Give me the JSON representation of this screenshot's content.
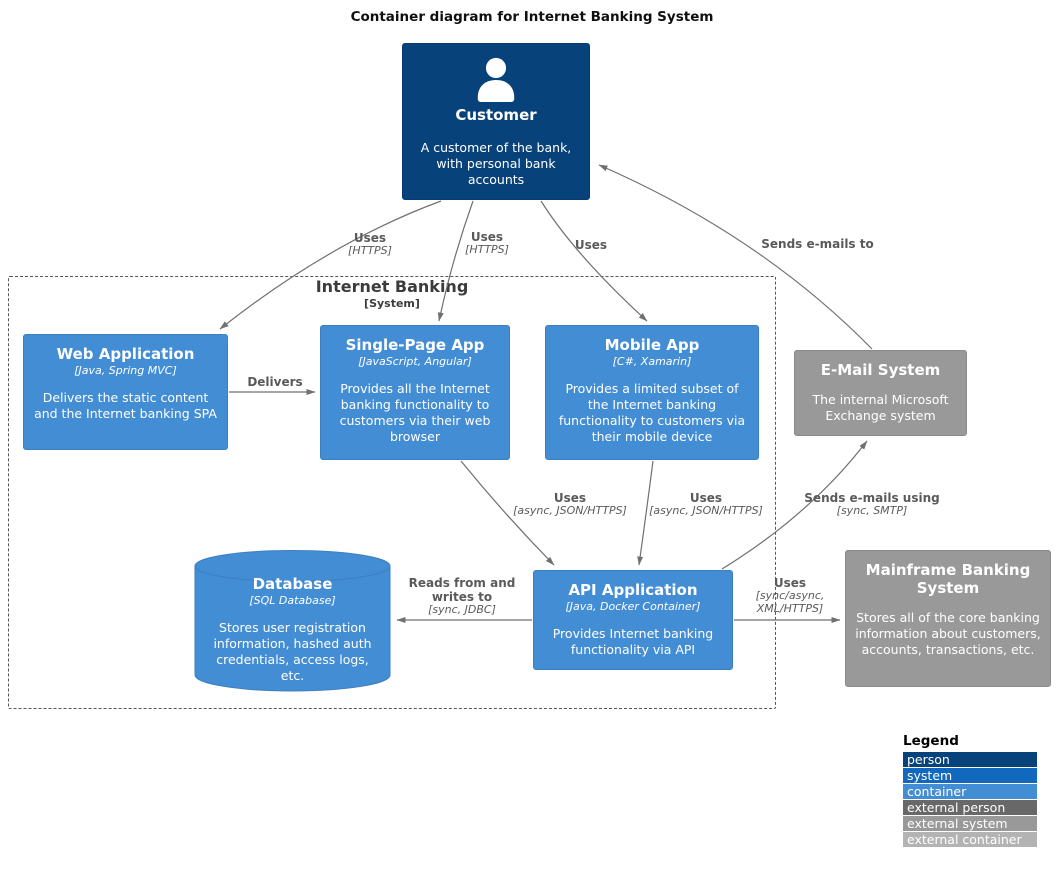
{
  "title": "Container diagram for Internet Banking System",
  "boundary": {
    "name": "Internet Banking",
    "type": "[System]"
  },
  "nodes": {
    "customer": {
      "name": "Customer",
      "description": "A customer of the bank, with personal bank accounts",
      "type": "person"
    },
    "web_app": {
      "name": "Web Application",
      "tech": "[Java, Spring MVC]",
      "description": "Delivers the static content and the Internet banking SPA",
      "type": "container"
    },
    "spa": {
      "name": "Single-Page App",
      "tech": "[JavaScript, Angular]",
      "description": "Provides all the Internet banking functionality to customers via their web browser",
      "type": "container"
    },
    "mobile_app": {
      "name": "Mobile App",
      "tech": "[C#, Xamarin]",
      "description": "Provides a limited subset of the Internet banking functionality to customers via their mobile device",
      "type": "container"
    },
    "email_system": {
      "name": "E-Mail System",
      "description": "The internal Microsoft Exchange system",
      "type": "external system"
    },
    "database": {
      "name": "Database",
      "tech": "[SQL Database]",
      "description": "Stores user registration information, hashed auth credentials, access logs, etc.",
      "type": "container"
    },
    "api_app": {
      "name": "API Application",
      "tech": "[Java, Docker Container]",
      "description": "Provides Internet banking functionality via API",
      "type": "container"
    },
    "mainframe": {
      "name": "Mainframe Banking System",
      "description": "Stores all of the core banking information about customers, accounts, transactions, etc.",
      "type": "external system"
    }
  },
  "relationships": {
    "customer_to_web_app": {
      "label": "Uses",
      "tech": "[HTTPS]"
    },
    "customer_to_spa": {
      "label": "Uses",
      "tech": "[HTTPS]"
    },
    "customer_to_mobile_app": {
      "label": "Uses"
    },
    "email_to_customer": {
      "label": "Sends e-mails to"
    },
    "web_app_to_spa": {
      "label": "Delivers"
    },
    "spa_to_api": {
      "label": "Uses",
      "tech": "[async, JSON/HTTPS]"
    },
    "mobile_to_api": {
      "label": "Uses",
      "tech": "[async, JSON/HTTPS]"
    },
    "api_to_email": {
      "label": "Sends e-mails using",
      "tech": "[sync, SMTP]"
    },
    "api_to_database": {
      "label": "Reads from and writes to",
      "tech": "[sync, JDBC]"
    },
    "api_to_mainframe": {
      "label": "Uses",
      "tech": "[sync/async, XML/HTTPS]"
    }
  },
  "legend": {
    "title": "Legend",
    "items": [
      {
        "label": "person",
        "color": "#08427B"
      },
      {
        "label": "system",
        "color": "#1168BD"
      },
      {
        "label": "container",
        "color": "#438DD5"
      },
      {
        "label": "external person",
        "color": "#686868"
      },
      {
        "label": "external system",
        "color": "#999999"
      },
      {
        "label": "external container",
        "color": "#B3B3B3"
      }
    ]
  },
  "colors": {
    "person": "#08427B",
    "system": "#1168BD",
    "container": "#438DD5",
    "external_person": "#686868",
    "external_system": "#999999",
    "external_container": "#B3B3B3",
    "edge": "#707070"
  }
}
